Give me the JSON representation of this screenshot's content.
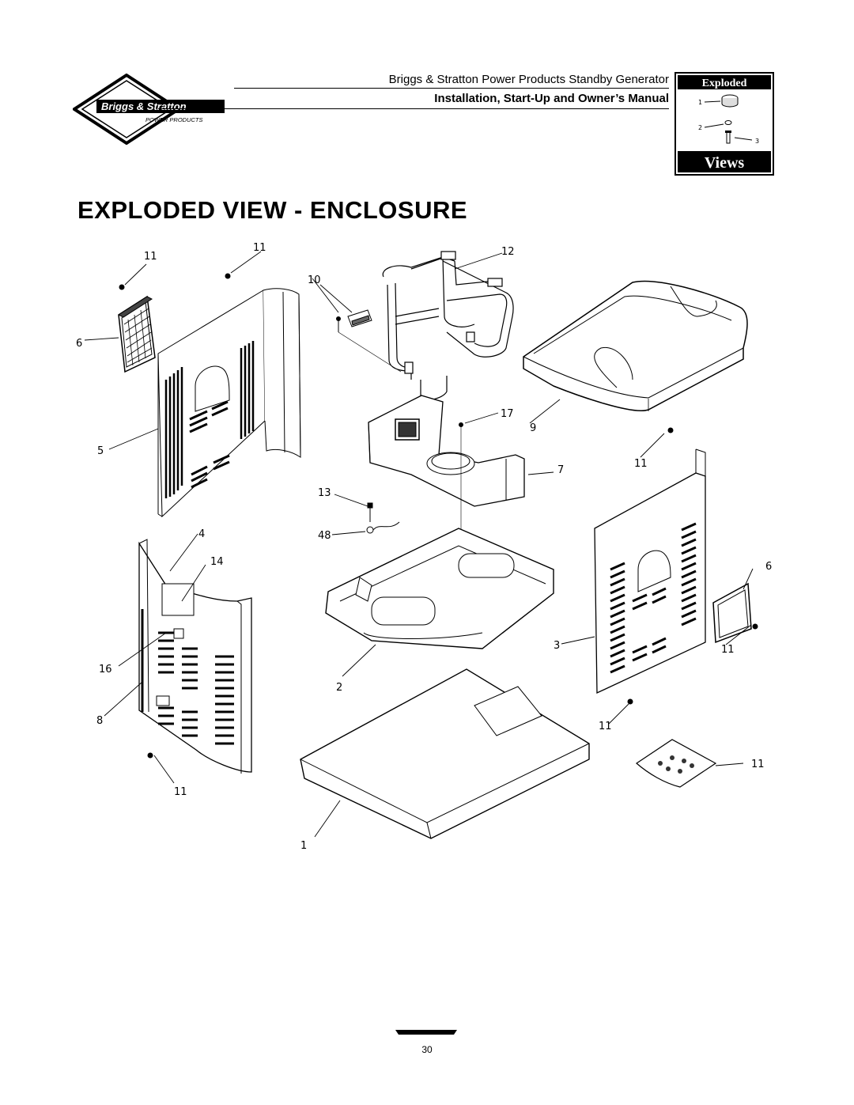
{
  "header": {
    "brand_name": "Briggs & Stratton",
    "brand_sub": "POWER PRODUCTS",
    "title": "Briggs & Stratton Power Products Standby Generator",
    "subtitle": "Installation, Start-Up and Owner’s Manual"
  },
  "badge": {
    "top_word": "Exploded",
    "bottom_word": "Views",
    "labels": [
      "1",
      "2",
      "3"
    ]
  },
  "page_title": "EXPLODED VIEW - ENCLOSURE",
  "callouts": [
    {
      "id": "c11a",
      "text": "11"
    },
    {
      "id": "c11b",
      "text": "11"
    },
    {
      "id": "c12",
      "text": "12"
    },
    {
      "id": "c10",
      "text": "10"
    },
    {
      "id": "c6a",
      "text": "6"
    },
    {
      "id": "c17",
      "text": "17"
    },
    {
      "id": "c9",
      "text": "9"
    },
    {
      "id": "c5",
      "text": "5"
    },
    {
      "id": "c7",
      "text": "7"
    },
    {
      "id": "c11c",
      "text": "11"
    },
    {
      "id": "c13",
      "text": "13"
    },
    {
      "id": "c4",
      "text": "4"
    },
    {
      "id": "c48",
      "text": "48"
    },
    {
      "id": "c14",
      "text": "14"
    },
    {
      "id": "c6b",
      "text": "6"
    },
    {
      "id": "c3",
      "text": "3"
    },
    {
      "id": "c11d",
      "text": "11"
    },
    {
      "id": "c16",
      "text": "16"
    },
    {
      "id": "c2",
      "text": "2"
    },
    {
      "id": "c8",
      "text": "8"
    },
    {
      "id": "c11e",
      "text": "11"
    },
    {
      "id": "c11f",
      "text": "11"
    },
    {
      "id": "c11g",
      "text": "11"
    },
    {
      "id": "c1",
      "text": "1"
    }
  ],
  "page_number": "30"
}
